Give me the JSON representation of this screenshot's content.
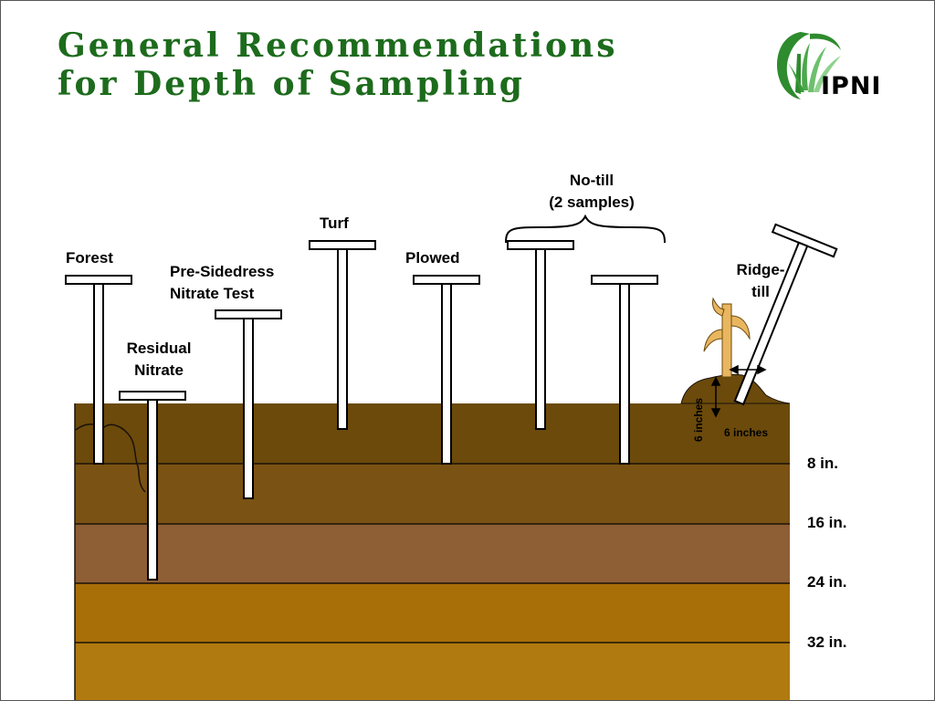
{
  "title": {
    "line1": "General Recommendations",
    "line2": "for Depth of Sampling"
  },
  "logo": {
    "text": "IPNI",
    "icon": "grass-leaves-logo"
  },
  "labels": {
    "forest": "Forest",
    "residual_nitrate_1": "Residual",
    "residual_nitrate_2": "Nitrate",
    "pre_sidedress_1": "Pre-Sidedress",
    "pre_sidedress_2": "Nitrate Test",
    "turf": "Turf",
    "plowed": "Plowed",
    "notill_1": "No-till",
    "notill_2": "(2 samples)",
    "ridgetill_1": "Ridge-",
    "ridgetill_2": "till",
    "six_inches_vertical": "6 inches",
    "six_inches_horizontal": "6 inches"
  },
  "depths": [
    "8 in.",
    "16 in.",
    "24 in.",
    "32 in."
  ],
  "colors": {
    "title": "#1d6b1d",
    "soil_layer_1": "#6b4a0b",
    "soil_layer_2": "#7a5213",
    "soil_layer_3": "#8e5e35",
    "soil_layer_4": "#a86e08",
    "soil_layer_5": "#b07a10",
    "plant": "#e9b660"
  }
}
